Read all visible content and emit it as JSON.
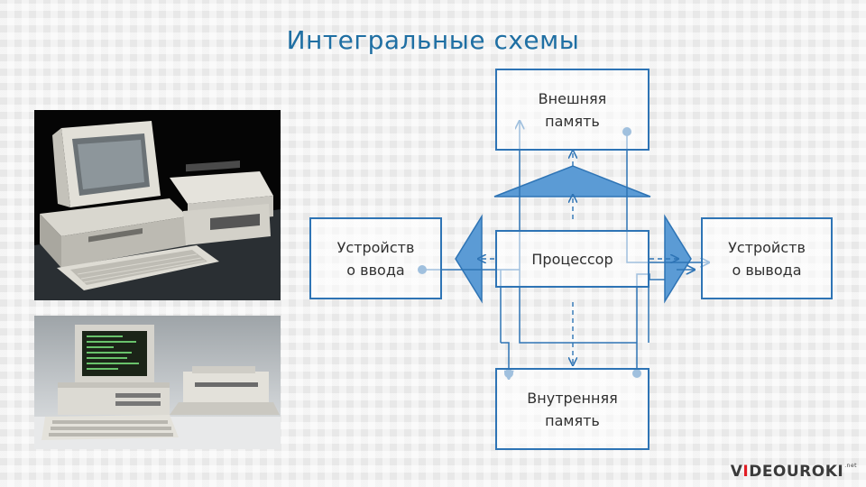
{
  "slide": {
    "title": "Интегральные схемы"
  },
  "diagram": {
    "external_memory": "Внешняя\nпамять",
    "processor": "Процессор",
    "input_devices": "Устройств\nо ввода",
    "output_devices": "Устройств\nо вывода",
    "internal_memory": "Внутренняя\nпамять"
  },
  "colors": {
    "line": "#2e74b5",
    "bus_fill": "#5b9bd5",
    "title": "#1f6fa3"
  },
  "logo": {
    "prefix": "V",
    "accent": "I",
    "suffix": "DEOUROKI",
    "tld": ".net"
  }
}
